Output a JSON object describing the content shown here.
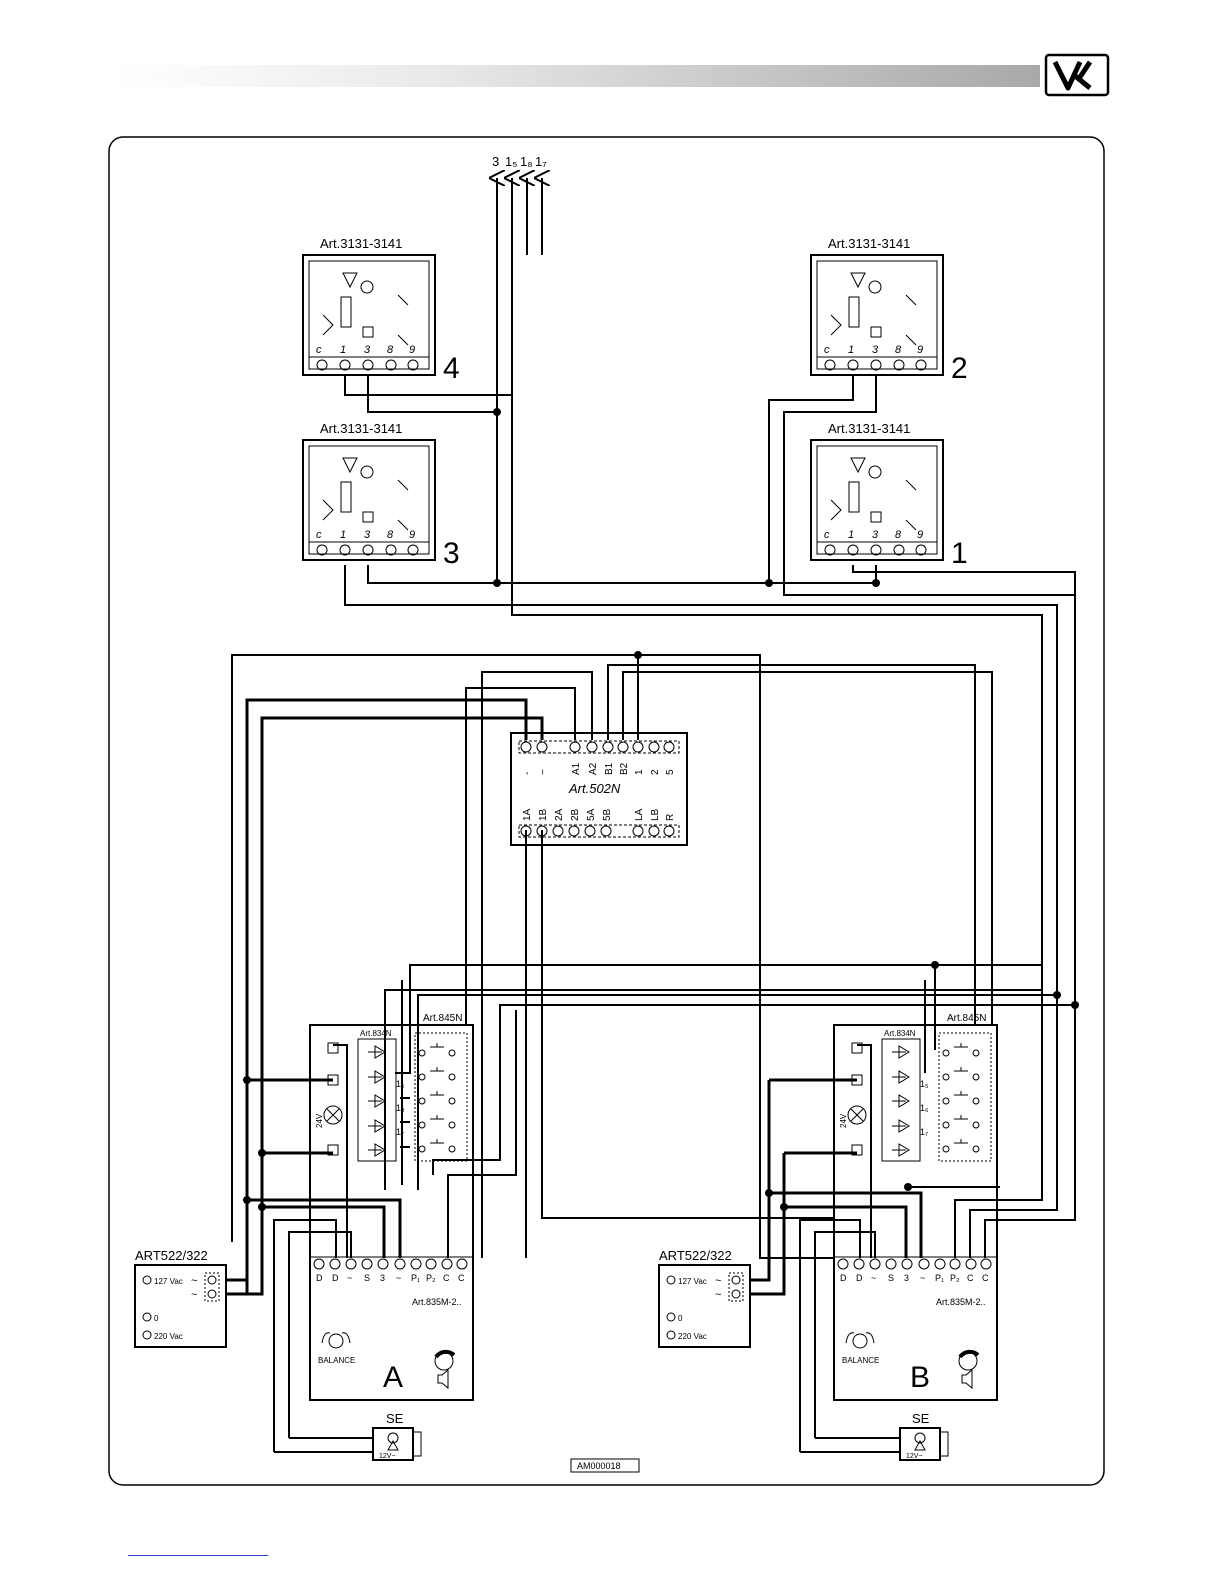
{
  "header": {
    "logo_text": "VX"
  },
  "riser_labels": [
    "3",
    "1₅",
    "1₈",
    "1₇"
  ],
  "monitors": [
    {
      "model": "Art.3131-3141",
      "number": "4",
      "terminals": [
        "c",
        "1",
        "3",
        "8",
        "9"
      ]
    },
    {
      "model": "Art.3131-3141",
      "number": "2",
      "terminals": [
        "c",
        "1",
        "3",
        "8",
        "9"
      ]
    },
    {
      "model": "Art.3131-3141",
      "number": "3",
      "terminals": [
        "c",
        "1",
        "3",
        "8",
        "9"
      ]
    },
    {
      "model": "Art.3131-3141",
      "number": "1",
      "terminals": [
        "c",
        "1",
        "3",
        "8",
        "9"
      ]
    }
  ],
  "distributor": {
    "model": "Art.502N",
    "top_terminals": [
      "-",
      "~",
      "A1",
      "A2",
      "B1",
      "B2",
      "1",
      "2",
      "5"
    ],
    "bottom_terminals": [
      "1A",
      "1B",
      "2A",
      "2B",
      "5A",
      "5B",
      "LA",
      "LB",
      "R"
    ]
  },
  "panels": [
    {
      "letter": "A",
      "module_845": "Art.845N",
      "module_834": "Art.834N",
      "lamp_label": "24V",
      "call_labels": [
        "1₅",
        "1₈",
        "1₇"
      ],
      "terminals": [
        "D",
        "D",
        "~",
        "S",
        "3",
        "~",
        "P₁",
        "P₂",
        "C",
        "C"
      ],
      "amp_model": "Art.835M-2..",
      "balance_label": "BALANCE",
      "psu": {
        "model": "ART522/322",
        "labels": [
          "127 Vac",
          "0",
          "220 Vac"
        ],
        "ac_symbols": [
          "~",
          "~"
        ]
      },
      "lock": {
        "label": "SE",
        "voltage": "12V~"
      }
    },
    {
      "letter": "B",
      "module_845": "Art.845N",
      "module_834": "Art.834N",
      "lamp_label": "24V",
      "call_labels": [
        "1₅",
        "1₆",
        "1₇"
      ],
      "terminals": [
        "D",
        "D",
        "~",
        "S",
        "3",
        "~",
        "P₁",
        "P₂",
        "C",
        "C"
      ],
      "amp_model": "Art.835M-2..",
      "balance_label": "BALANCE",
      "psu": {
        "model": "ART522/322",
        "labels": [
          "127 Vac",
          "0",
          "220 Vac"
        ],
        "ac_symbols": [
          "~",
          "~"
        ]
      },
      "lock": {
        "label": "SE",
        "voltage": "12V~"
      }
    }
  ],
  "drawing_code": "AM000018"
}
